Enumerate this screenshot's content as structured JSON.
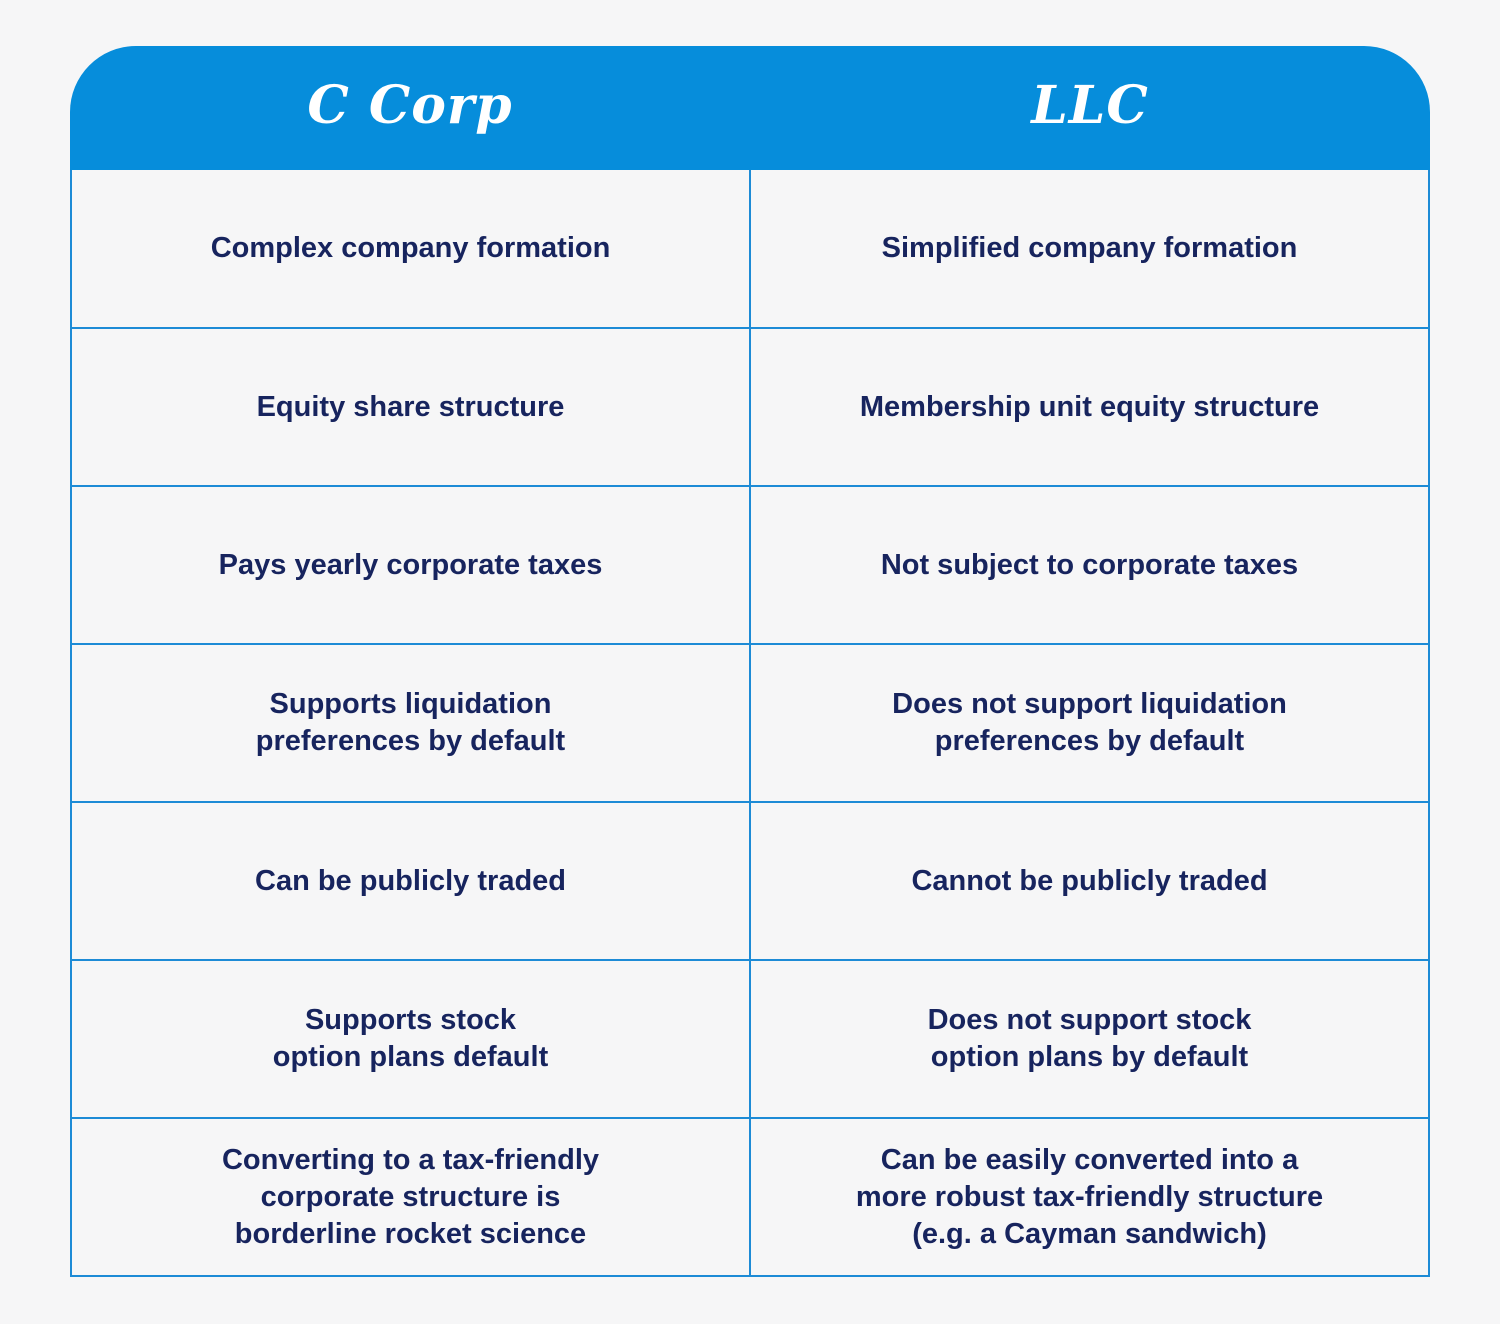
{
  "header": {
    "left": "C Corp",
    "right": "LLC"
  },
  "rows": [
    {
      "c_corp": "Complex company formation",
      "llc": "Simplified company formation"
    },
    {
      "c_corp": "Equity share structure",
      "llc": "Membership unit equity structure"
    },
    {
      "c_corp": "Pays yearly corporate taxes",
      "llc": "Not subject to corporate taxes"
    },
    {
      "c_corp": "Supports liquidation\npreferences by default",
      "llc": "Does not support liquidation\npreferences by default"
    },
    {
      "c_corp": "Can be publicly traded",
      "llc": "Cannot be publicly traded"
    },
    {
      "c_corp": "Supports stock\noption plans default",
      "llc": "Does not support stock\noption plans by default"
    },
    {
      "c_corp": "Converting to a tax-friendly\ncorporate structure is\nborderline rocket science",
      "llc": "Can be easily converted into a\nmore robust tax-friendly structure\n(e.g. a Cayman sandwich)"
    }
  ],
  "colors": {
    "header_bg": "#068ddb",
    "border": "#1d8bd6",
    "text": "#17245e",
    "page_bg": "#f6f6f7"
  }
}
